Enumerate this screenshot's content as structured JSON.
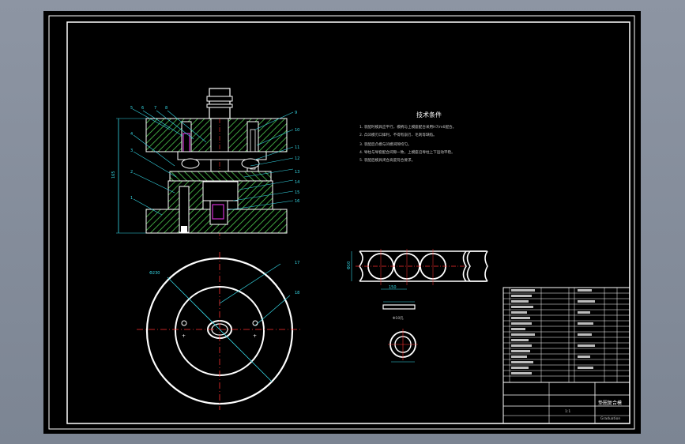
{
  "drawing": {
    "tech_title": "技术条件",
    "tech_notes": [
      "1. 装配时模具应平行，模柄与上模座配合采用H7/m6配合。",
      "2. 凸凹模刃口锋利，不得有崩刃、毛刺等缺陷。",
      "3. 装配后凸模与凹模间隙均匀。",
      "4. 导柱与导套配合间隙一致，上模座沿导柱上下运动平稳。",
      "5. 装配后模具闭合高度符合要求。"
    ],
    "strip_width_dim": "Φ10",
    "strip_pitch_dim": "150",
    "part_label": "Φ10孔",
    "section_dim": "165",
    "center_dim": "Φ230",
    "part_callouts": [
      "1",
      "2",
      "3",
      "4",
      "5",
      "6",
      "7",
      "8",
      "9",
      "10",
      "11",
      "12",
      "13",
      "14",
      "15",
      "16",
      "17",
      "18"
    ],
    "title_block": {
      "name": "垫圈复合模",
      "scale": "1:1",
      "company": "Graduation"
    }
  }
}
